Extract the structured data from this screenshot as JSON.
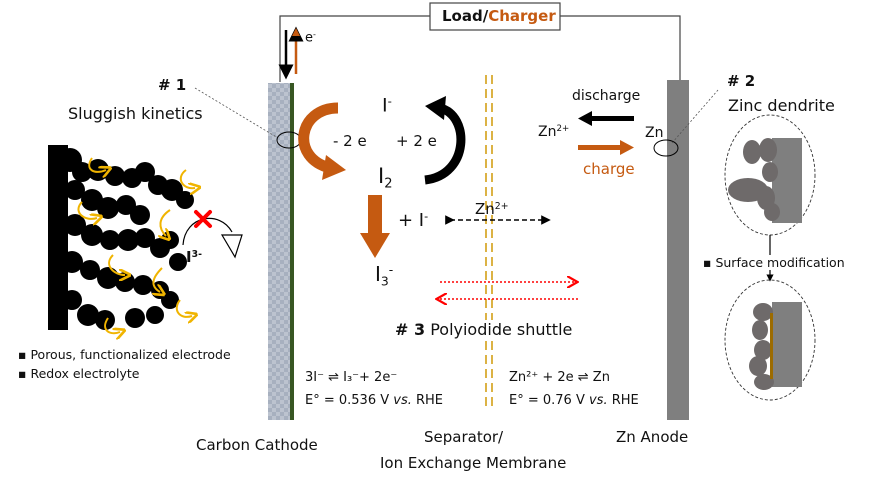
{
  "circuit": {
    "load": "Load/",
    "charger": "Charger",
    "electron": "e",
    "electron_sup": "-"
  },
  "issue1": {
    "number": "# 1",
    "title": "Sluggish kinetics",
    "ion": "I",
    "ion_sup": "3-",
    "bullets": [
      "Porous, functionalized electrode",
      "Redox electrolyte"
    ]
  },
  "issue2": {
    "number": "# 2",
    "title": "Zinc dendrite",
    "remedy": "Surface modification"
  },
  "issue3": {
    "number": "# 3",
    "title": "Polyiodide shuttle"
  },
  "cathode_reaction": {
    "iodide": "I",
    "iodide_sup": "-",
    "minus2e": "- 2 e",
    "plus2e": "+ 2 e",
    "iodine": "I",
    "iodine_sub": "2",
    "plus_iodide": "+ I",
    "plus_iodide_sup": "-",
    "triiodide": "I",
    "triiodide_sub": "3",
    "triiodide_sup": "-",
    "zn_ion": "Zn",
    "zn_ion_sup": "2+"
  },
  "anode_reaction": {
    "discharge": "discharge",
    "charge": "charge",
    "zn_ion": "Zn",
    "zn_ion_sup": "2+",
    "zn": "Zn"
  },
  "equations": {
    "cathode_eq": "3I⁻ ⇌ I₃⁻+ 2e⁻",
    "cathode_potential": "E° = 0.536 V ",
    "anode_eq": "Zn²⁺ + 2e ⇌ Zn",
    "anode_potential": "E° =  0.76 V ",
    "vs": "vs.",
    "ref": " RHE"
  },
  "labels": {
    "cathode": "Carbon Cathode",
    "separator_line1": "Separator/",
    "separator_line2": "Ion Exchange Membrane",
    "anode": "Zn Anode"
  },
  "colors": {
    "orange": "#c55a11",
    "black": "#000000",
    "gold": "#d4a017",
    "red": "#ff0000",
    "green": "#385723",
    "zinc": "#7f7f7f",
    "dendrite": "#6e6a6a"
  }
}
